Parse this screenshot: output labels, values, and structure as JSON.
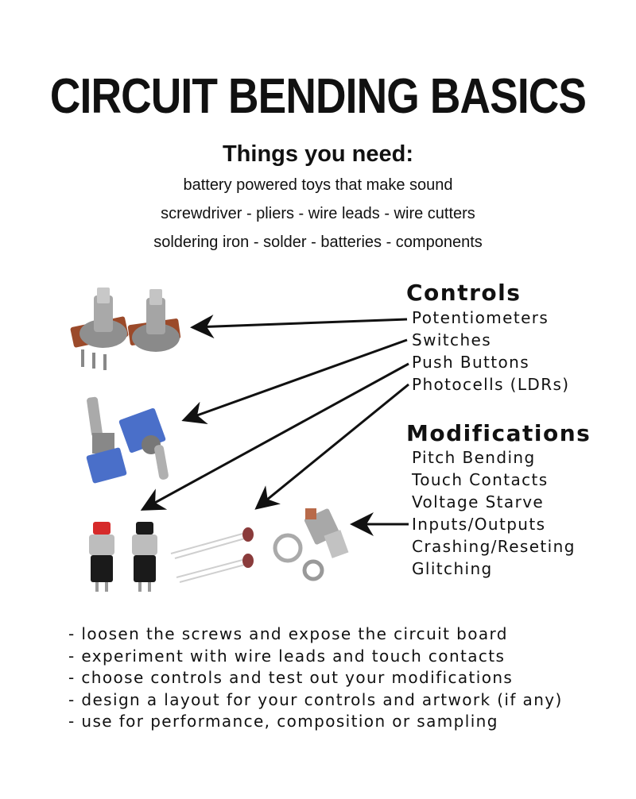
{
  "title": "CIRCUIT BENDING BASICS",
  "subtitle": "Things you need:",
  "needs": [
    "battery powered toys that make sound",
    "screwdriver  -  pliers  -  wire leads  -  wire cutters",
    "soldering iron  -  solder  -  batteries   -  components"
  ],
  "controls": {
    "heading": "Controls",
    "items": [
      "Potentiometers",
      "Switches",
      "Push Buttons",
      "Photocells (LDRs)"
    ]
  },
  "modifications": {
    "heading": "Modifications",
    "items": [
      "Pitch Bending",
      "Touch Contacts",
      "Voltage Starve",
      "Inputs/Outputs",
      "Crashing/Reseting",
      "Glitching"
    ]
  },
  "steps": [
    "- loosen the screws and expose the circuit board",
    "- experiment with wire leads and touch contacts",
    "- choose controls and test out your modifications",
    "- design a layout for your controls and artwork (if any)",
    "- use for performance, composition or sampling"
  ],
  "colors": {
    "text": "#111111",
    "switch_body": "#4a6fc9",
    "pot_board": "#9b4a2a",
    "button_red": "#d62a2a",
    "button_black": "#1a1a1a",
    "metal": "#b8b8b8"
  }
}
